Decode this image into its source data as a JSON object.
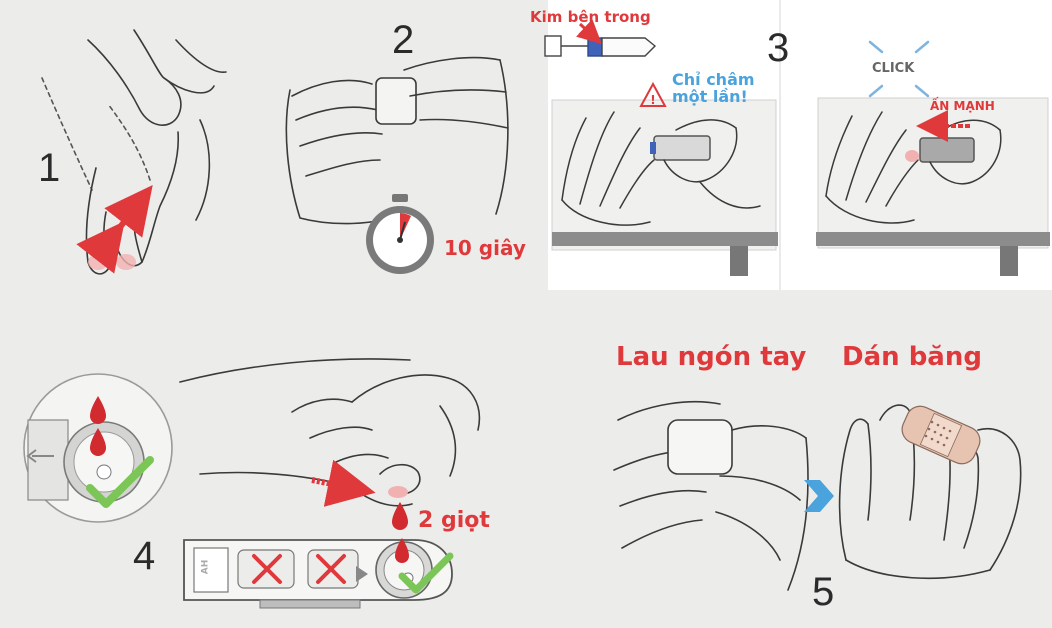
{
  "steps": {
    "s1": "1",
    "s2": "2",
    "s3": "3",
    "s4": "4",
    "s5": "5"
  },
  "labels": {
    "timer": "10 giây",
    "needle_inside": "Kim bên trong",
    "prick_once_line1": "Chỉ châm",
    "prick_once_line2": "một lần!",
    "click": "CLICK",
    "press_firmly": "ẤN MẠNH",
    "two_drops": "2 giọt",
    "wipe_finger": "Lau ngón tay",
    "apply_bandage": "Dán băng",
    "device_brand": "AH"
  },
  "colors": {
    "accent_red": "#e0393c",
    "accent_blue": "#4aa3dc",
    "check_green": "#7cc657",
    "lancet_blue": "#3f63b8",
    "table_grey": "#8c8c8c",
    "background": "#ececea"
  },
  "icons": {
    "timer": "stopwatch-icon",
    "warning": "warning-icon",
    "check": "check-icon",
    "cross": "cross-icon",
    "arrow": "chevron-right-icon",
    "blood": "blood-drop-icon"
  }
}
